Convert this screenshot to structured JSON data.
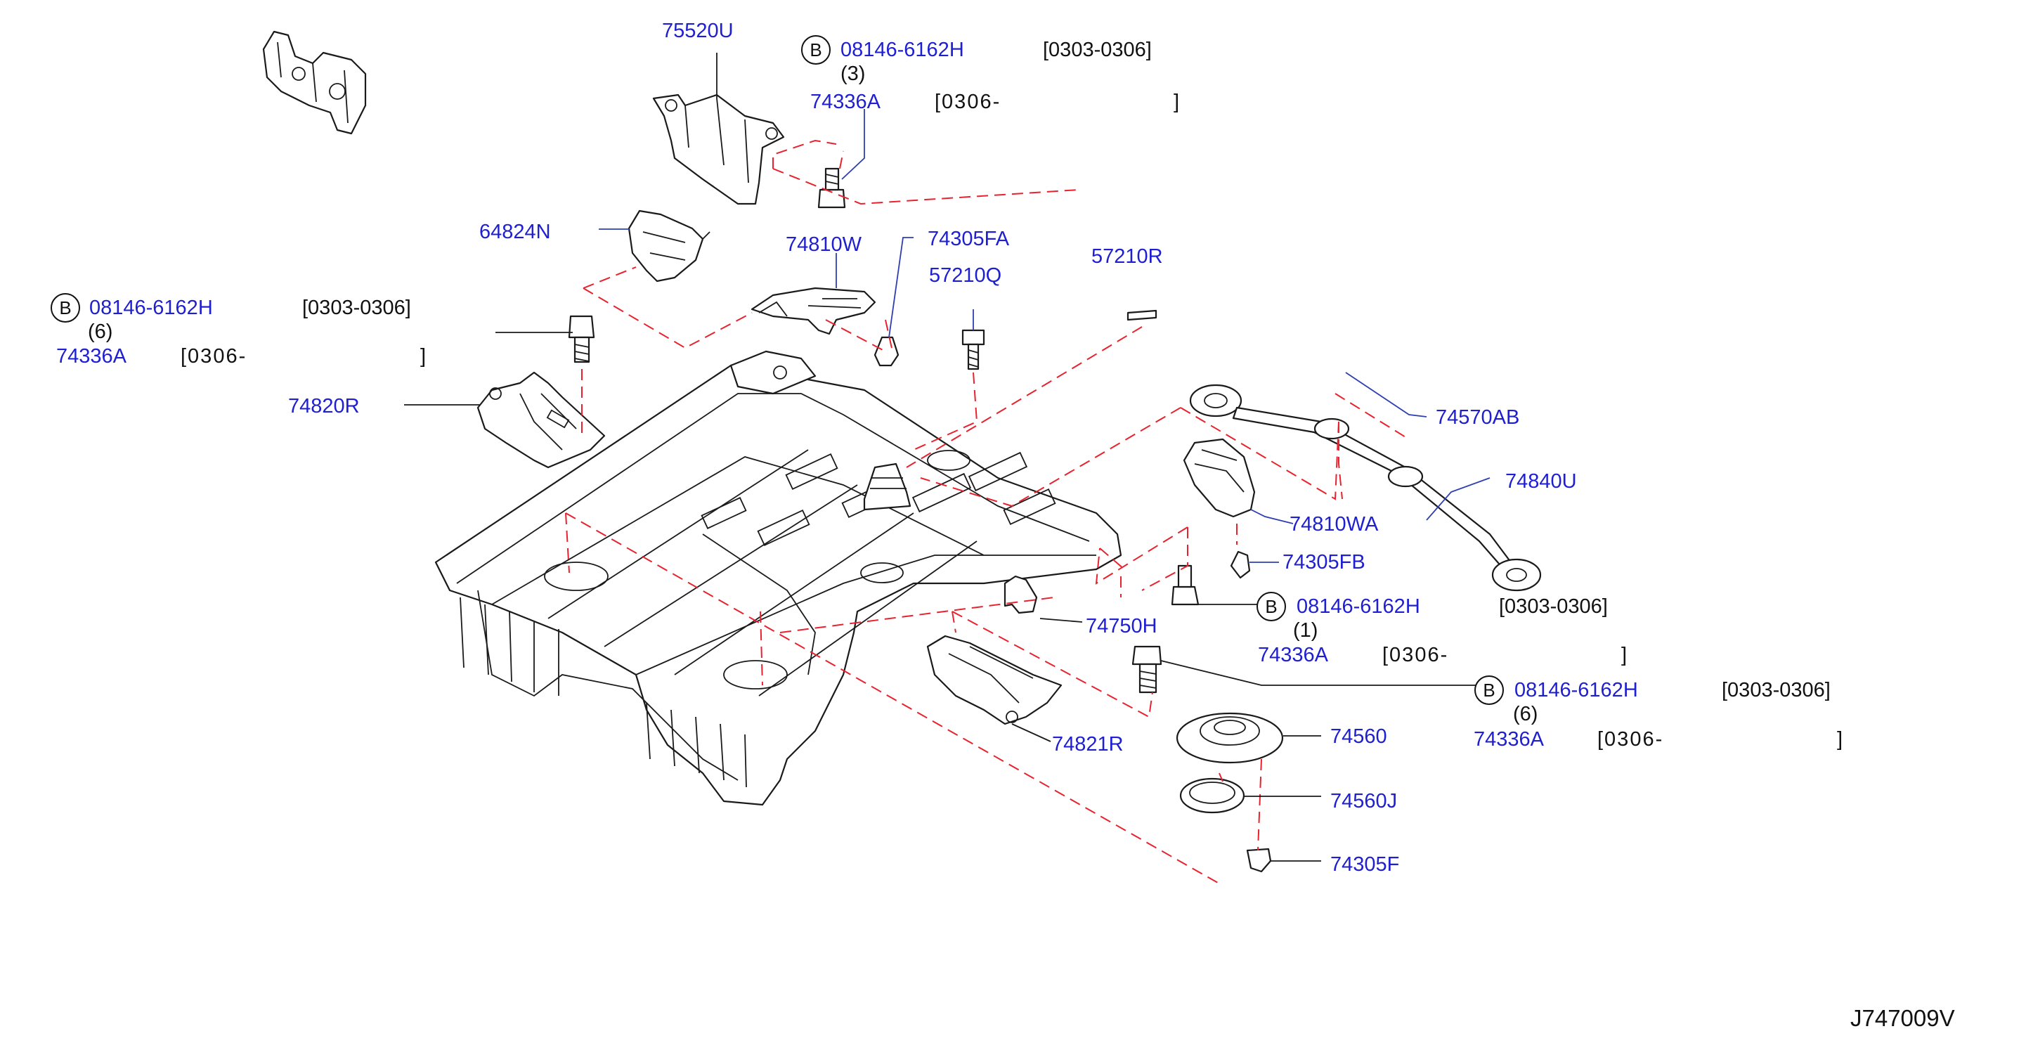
{
  "labels": {
    "p75520U": "75520U",
    "p64824N": "64824N",
    "p74810W": "74810W",
    "p74305FA": "74305FA",
    "p57210Q": "57210Q",
    "p57210R": "57210R",
    "p74820R": "74820R",
    "p74570AB": "74570AB",
    "p74840U": "74840U",
    "p74810WA": "74810WA",
    "p74305FB": "74305FB",
    "p74750H": "74750H",
    "p74821R": "74821R",
    "p74560": "74560",
    "p74560J": "74560J",
    "p74305F": "74305F"
  },
  "callouts": [
    {
      "circle": "B",
      "bolt": "08146-6162H",
      "range1": "[0303-0306]",
      "qty": "(3)",
      "alt": "74336A",
      "range2": "[0306-",
      "close": "]"
    },
    {
      "circle": "B",
      "bolt": "08146-6162H",
      "range1": "[0303-0306]",
      "qty": "(6)",
      "alt": "74336A",
      "range2": "[0306-",
      "close": "]"
    },
    {
      "circle": "B",
      "bolt": "08146-6162H",
      "range1": "[0303-0306]",
      "qty": "(1)",
      "alt": "74336A",
      "range2": "[0306-",
      "close": "]"
    },
    {
      "circle": "B",
      "bolt": "08146-6162H",
      "range1": "[0303-0306]",
      "qty": "(6)",
      "alt": "74336A",
      "range2": "[0306-",
      "close": "]"
    }
  ],
  "diagram_id": "J747009V",
  "colors": {
    "label": "#1f1fd2",
    "phantom_line": "#e8222e",
    "outline": "#1a1a1a"
  }
}
